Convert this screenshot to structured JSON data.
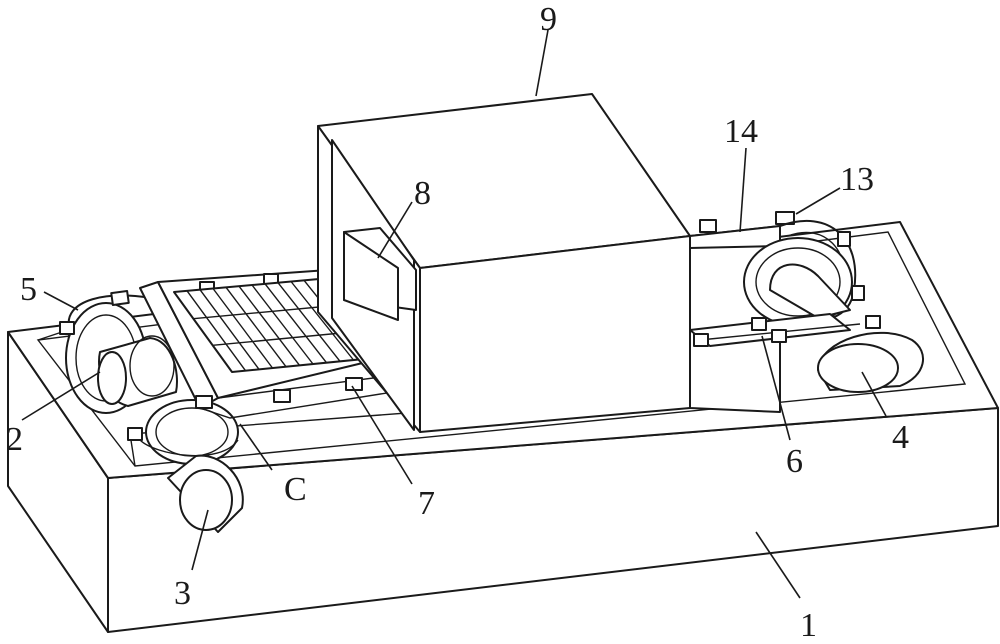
{
  "figure": {
    "labels": {
      "l1": "1",
      "l2": "2",
      "l3": "3",
      "l4": "4",
      "l5": "5",
      "l6": "6",
      "l7": "7",
      "l8": "8",
      "l9": "9",
      "l13": "13",
      "l14": "14",
      "lC": "C"
    }
  }
}
